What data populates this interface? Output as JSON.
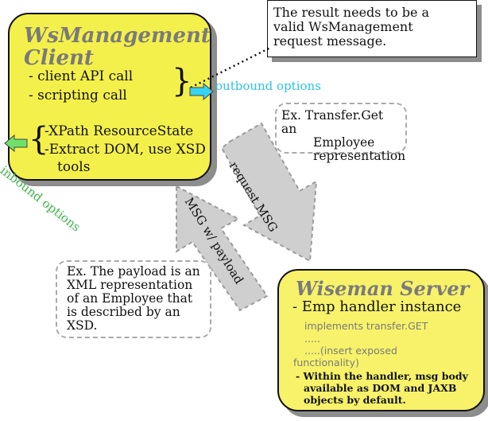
{
  "client": {
    "title_line1": "WsManagement",
    "title_line2": "Client",
    "call1": "- client API call",
    "call2": "- scripting call",
    "brace_right": "}",
    "brace_left": "{",
    "inbound1": "-XPath ResourceState",
    "inbound2": "-Extract DOM, use XSD",
    "inbound3": "tools"
  },
  "callout": {
    "line1": "The result needs to be a",
    "line2": "valid WsManagement",
    "line3": "request message."
  },
  "outbound_label": "outbound options",
  "inbound_label": "inbound options",
  "note_transfer": {
    "line1": "Ex. Transfer.Get an",
    "line2": "Employee",
    "line3": "representation"
  },
  "note_payload": {
    "line1": "Ex. The payload is an",
    "line2": "XML representation",
    "line3": "of an Employee that",
    "line4": "is described by an",
    "line5": "XSD."
  },
  "arrow_request": "request MSG",
  "arrow_response": "MSG w/ payload",
  "server": {
    "title": "Wiseman Server",
    "handler": "- Emp handler instance",
    "impl": "implements transfer.GET",
    "dots": ".....",
    "insert1": ".....(insert  exposed",
    "insert2": "functionality)",
    "note1": "- Within the handler, msg body",
    "note2": "available as DOM and JAXB",
    "note3": "objects by default."
  },
  "colors": {
    "box_fill": "#f4f04b",
    "outbound": "#2cc4e4",
    "inbound": "#40b74a",
    "arrow_fill": "#c8c8c8"
  }
}
